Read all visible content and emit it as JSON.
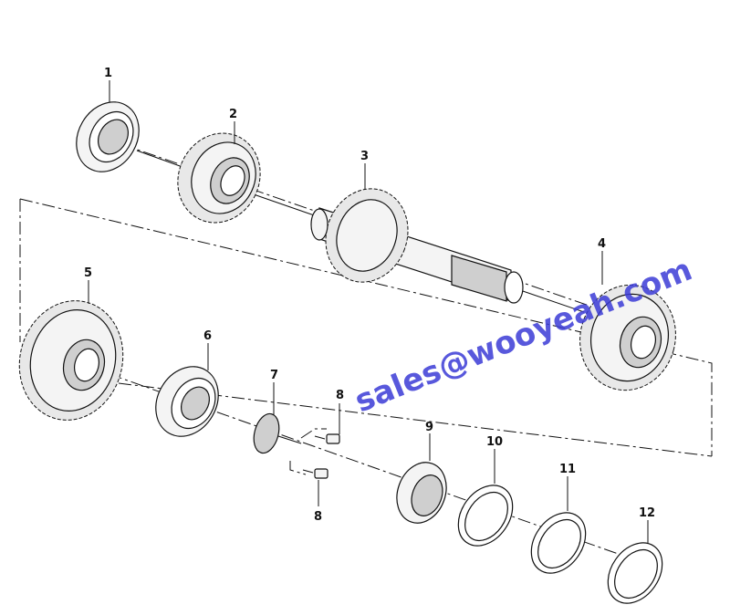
{
  "diagram": {
    "callouts": {
      "c1": "1",
      "c2": "2",
      "c3": "3",
      "c4": "4",
      "c5": "5",
      "c6": "6",
      "c7": "7",
      "c8a": "8",
      "c8b": "8",
      "c9": "9",
      "c10": "10",
      "c11": "11",
      "c12": "12"
    },
    "watermark": "sales@wooyeah.com"
  }
}
